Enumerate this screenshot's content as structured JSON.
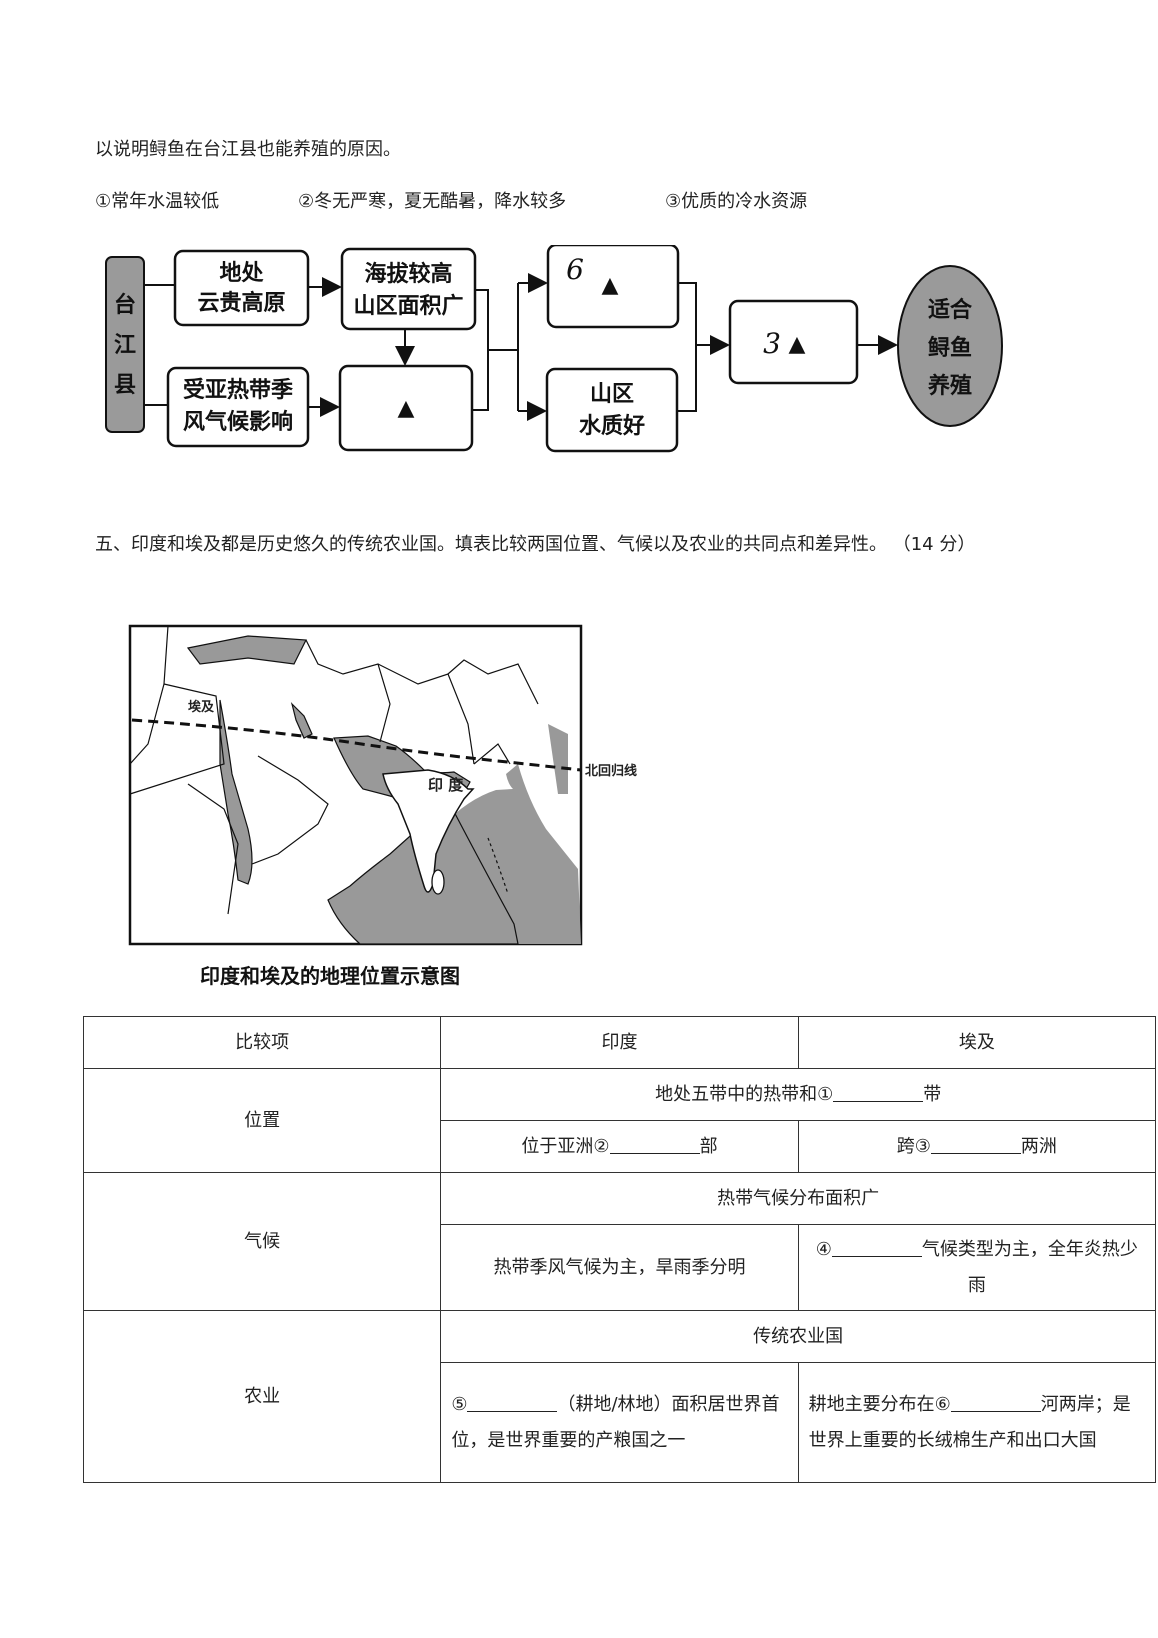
{
  "intro_text": "以说明鲟鱼在台江县也能养殖的原因。",
  "options": [
    "①常年水温较低",
    "②冬无严寒，夏无酷暑，降水较多",
    "③优质的冷水资源"
  ],
  "flowchart": {
    "county": "台江县",
    "box_location": [
      "地处",
      "云贵高原"
    ],
    "box_altitude": [
      "海拔较高",
      "山区面积广"
    ],
    "box_climate": [
      "受亚热带季",
      "风气候影响"
    ],
    "box_blank": "▲",
    "box_handwritten_1": "6",
    "box_water": [
      "山区",
      "水质好"
    ],
    "box_handwritten_3": "3",
    "result": [
      "适合",
      "鲟鱼",
      "养殖"
    ]
  },
  "question5": "五、印度和埃及都是历史悠久的传统农业国。填表比较两国位置、气候以及农业的共同点和差异性。 （14 分）",
  "map": {
    "caption": "印度和埃及的地理位置示意图",
    "label_egypt": "埃及",
    "label_india": "印 度",
    "label_tropic": "北回归线"
  },
  "table": {
    "headers": [
      "比较项",
      "印度",
      "埃及"
    ],
    "position": {
      "label": "位置",
      "common": [
        "地处五带中的热带和①",
        "带"
      ],
      "india": [
        "位于亚洲②",
        "部"
      ],
      "egypt": [
        "跨③",
        "两洲"
      ]
    },
    "climate": {
      "label": "气候",
      "common": "热带气候分布面积广",
      "india": "热带季风气候为主，旱雨季分明",
      "egypt": [
        "④",
        "气候类型为主，全年炎热少雨"
      ]
    },
    "agriculture": {
      "label": "农业",
      "common": "传统农业国",
      "india": [
        "⑤",
        "（耕地/林地）面积居世界首位，是世界重要的产粮国之一"
      ],
      "egypt": [
        "耕地主要分布在⑥",
        "河两岸；是世界上重要的长绒棉生产和出口大国"
      ]
    }
  }
}
